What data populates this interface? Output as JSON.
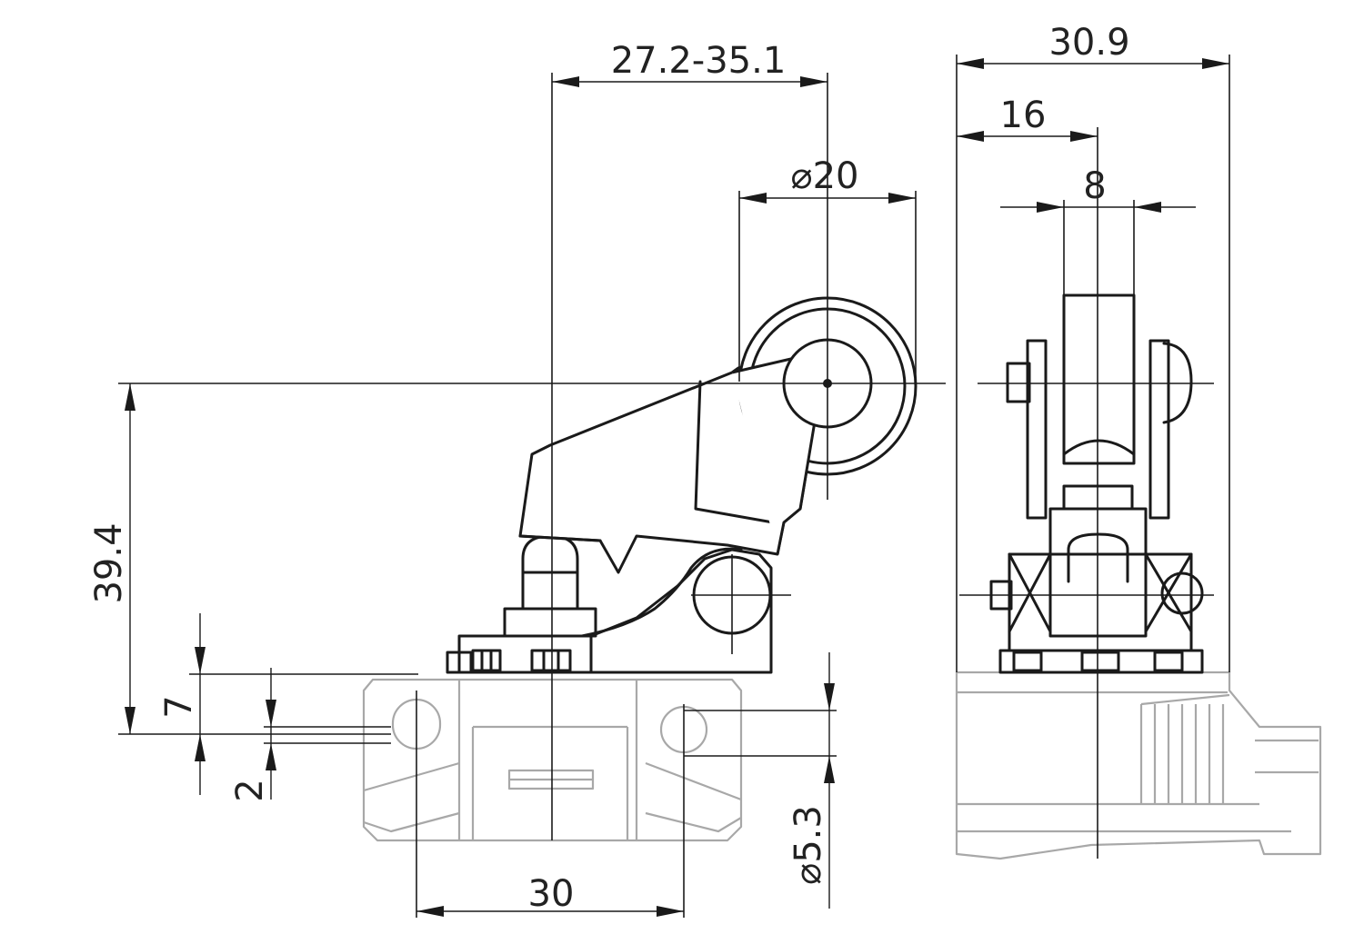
{
  "dimensions": {
    "offset_range": "27.2-35.1",
    "roller_diameter": "⌀20",
    "total_width": "30.9",
    "axis_offset": "16",
    "roller_width": "8",
    "height": "39.4",
    "base_height": "7",
    "hole_offset": "2",
    "hole_pitch": "30",
    "hole_diameter": "⌀5.3"
  }
}
